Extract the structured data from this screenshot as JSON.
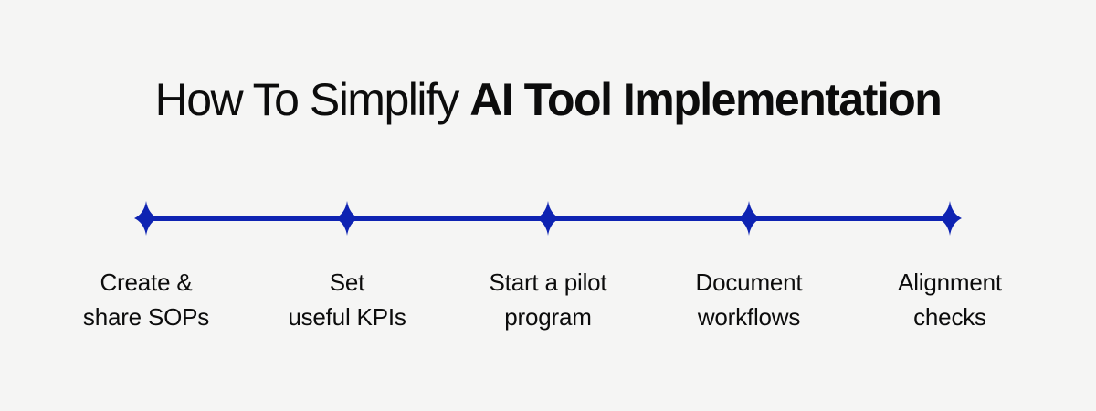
{
  "title": {
    "regular": "How To Simplify ",
    "bold": "AI Tool Implementation"
  },
  "colors": {
    "background": "#f5f5f4",
    "accent": "#0e23b2",
    "text": "#0c0c0c"
  },
  "timeline": {
    "marker_icon": "sparkle-star-icon",
    "marker_count": 5,
    "steps": [
      {
        "label": "Create &\nshare SOPs"
      },
      {
        "label": "Set\nuseful KPIs"
      },
      {
        "label": "Start a pilot\nprogram"
      },
      {
        "label": "Document\nworkflows"
      },
      {
        "label": "Alignment\nchecks"
      }
    ]
  }
}
